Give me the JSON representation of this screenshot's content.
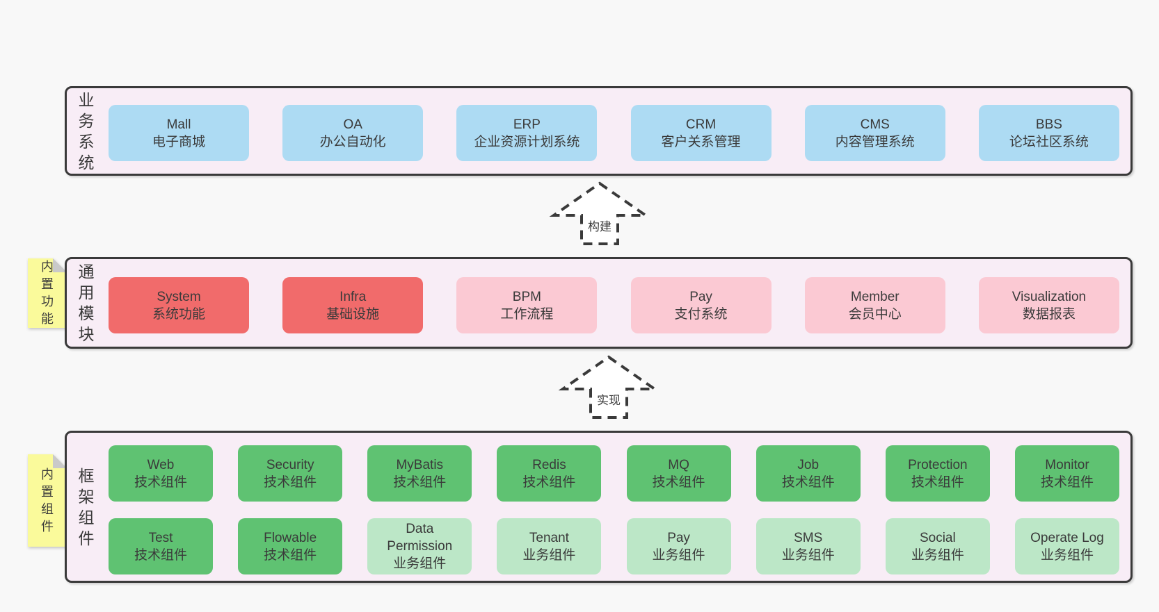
{
  "page": {
    "background": "#f8f8f8"
  },
  "colors": {
    "section_bg": "#f8edf6",
    "section_border": "#3a3a3a",
    "blue": "#addbf3",
    "red": "#f16b6b",
    "pink": "#fbc9d3",
    "green": "#5fc272",
    "lightgreen": "#bce7c7",
    "sticky_yellow": "#fafa9b",
    "sticky_fold": "#c9c9c9",
    "text": "#3a3a3a"
  },
  "arrows": [
    {
      "label": "构建"
    },
    {
      "label": "实现"
    }
  ],
  "sections": [
    {
      "side_label": "业务系统",
      "sticky": null,
      "rows": [
        [
          {
            "name": "Mall",
            "desc": "电子商城",
            "style": "blue"
          },
          {
            "name": "OA",
            "desc": "办公自动化",
            "style": "blue"
          },
          {
            "name": "ERP",
            "desc": "企业资源计划系统",
            "style": "blue"
          },
          {
            "name": "CRM",
            "desc": "客户关系管理",
            "style": "blue"
          },
          {
            "name": "CMS",
            "desc": "内容管理系统",
            "style": "blue"
          },
          {
            "name": "BBS",
            "desc": "论坛社区系统",
            "style": "blue"
          }
        ]
      ]
    },
    {
      "side_label": "通用模块",
      "sticky": "内置功能",
      "rows": [
        [
          {
            "name": "System",
            "desc": "系统功能",
            "style": "red"
          },
          {
            "name": "Infra",
            "desc": "基础设施",
            "style": "red"
          },
          {
            "name": "BPM",
            "desc": "工作流程",
            "style": "pink"
          },
          {
            "name": "Pay",
            "desc": "支付系统",
            "style": "pink"
          },
          {
            "name": "Member",
            "desc": "会员中心",
            "style": "pink"
          },
          {
            "name": "Visualization",
            "desc": "数据报表",
            "style": "pink"
          }
        ]
      ]
    },
    {
      "side_label": "框架组件",
      "sticky": "内置组件",
      "rows": [
        [
          {
            "name": "Web",
            "desc": "技术组件",
            "style": "green"
          },
          {
            "name": "Security",
            "desc": "技术组件",
            "style": "green"
          },
          {
            "name": "MyBatis",
            "desc": "技术组件",
            "style": "green"
          },
          {
            "name": "Redis",
            "desc": "技术组件",
            "style": "green"
          },
          {
            "name": "MQ",
            "desc": "技术组件",
            "style": "green"
          },
          {
            "name": "Job",
            "desc": "技术组件",
            "style": "green"
          },
          {
            "name": "Protection",
            "desc": "技术组件",
            "style": "green"
          },
          {
            "name": "Monitor",
            "desc": "技术组件",
            "style": "green"
          }
        ],
        [
          {
            "name": "Test",
            "desc": "技术组件",
            "style": "green"
          },
          {
            "name": "Flowable",
            "desc": "技术组件",
            "style": "green"
          },
          {
            "name": "Data Permission",
            "desc": "业务组件",
            "style": "lightgreen"
          },
          {
            "name": "Tenant",
            "desc": "业务组件",
            "style": "lightgreen"
          },
          {
            "name": "Pay",
            "desc": "业务组件",
            "style": "lightgreen"
          },
          {
            "name": "SMS",
            "desc": "业务组件",
            "style": "lightgreen"
          },
          {
            "name": "Social",
            "desc": "业务组件",
            "style": "lightgreen"
          },
          {
            "name": "Operate Log",
            "desc": "业务组件",
            "style": "lightgreen"
          }
        ]
      ]
    }
  ]
}
